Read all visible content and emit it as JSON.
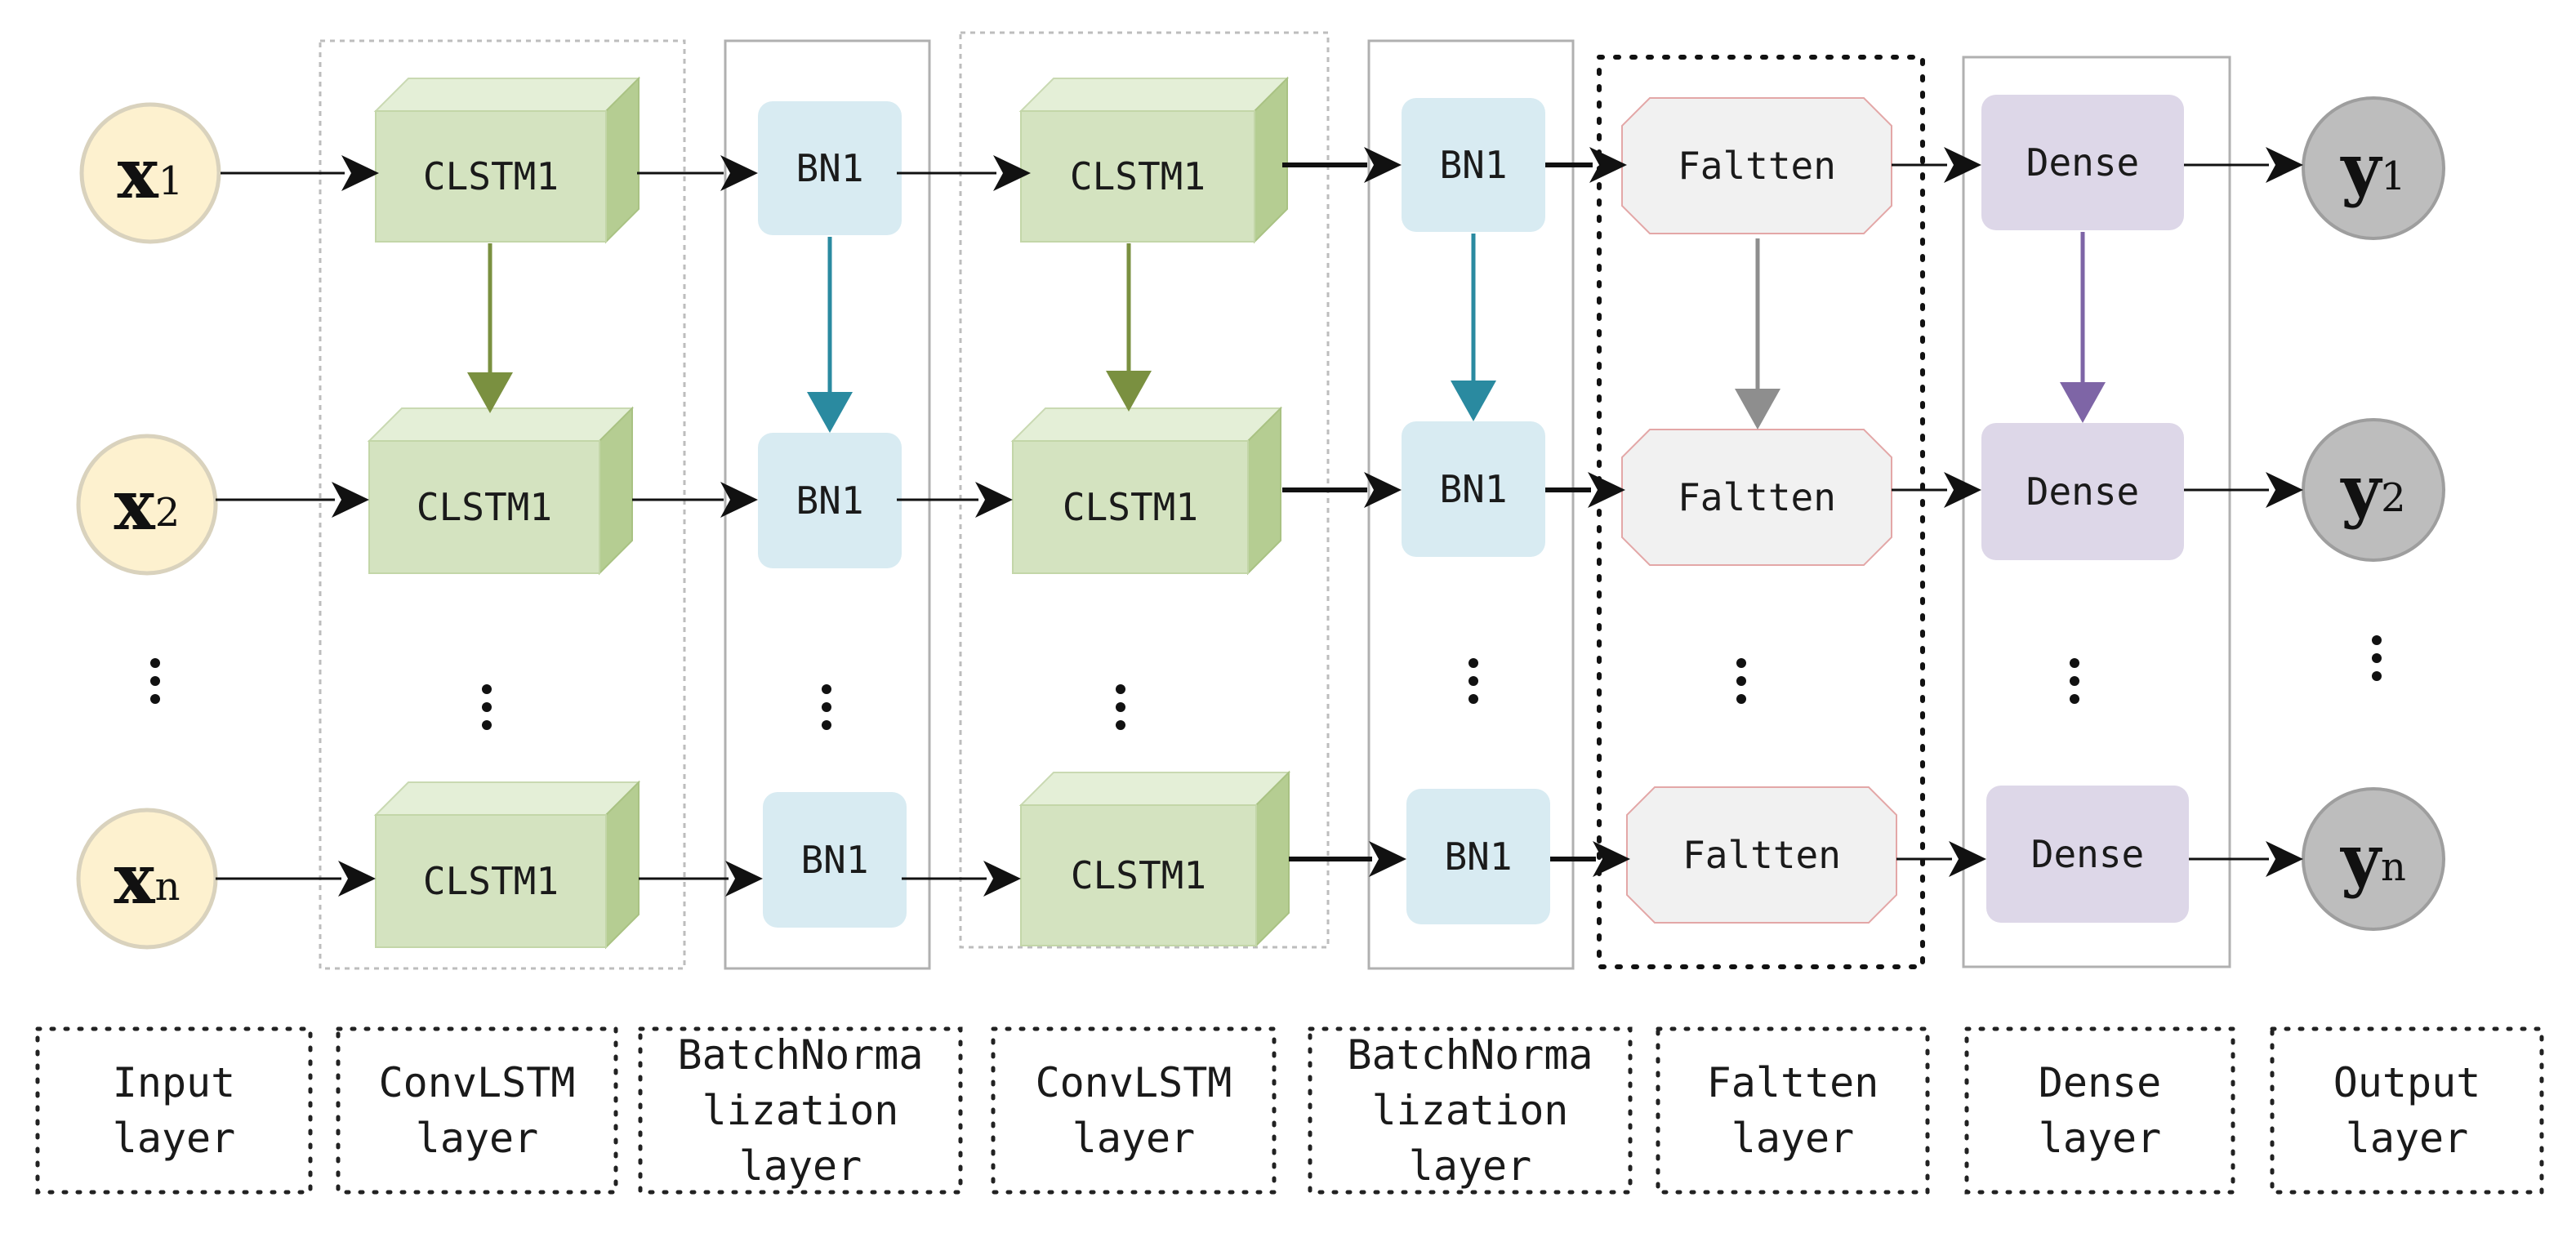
{
  "inputs": [
    {
      "base": "x",
      "sub": "1"
    },
    {
      "base": "x",
      "sub": "2"
    },
    {
      "base": "x",
      "sub": "n"
    }
  ],
  "outputs": [
    {
      "base": "y",
      "sub": "1"
    },
    {
      "base": "y",
      "sub": "2"
    },
    {
      "base": "y",
      "sub": "n"
    }
  ],
  "nodes": {
    "clstm_label": "CLSTM1",
    "bn_label": "BN1",
    "flatten_label": "Faltten",
    "dense_label": "Dense"
  },
  "captions": [
    [
      "Input",
      "layer"
    ],
    [
      "ConvLSTM",
      "layer"
    ],
    [
      "BatchNorma",
      "lization",
      "layer"
    ],
    [
      "ConvLSTM",
      "layer"
    ],
    [
      "BatchNorma",
      "lization",
      "layer"
    ],
    [
      "Faltten",
      "layer"
    ],
    [
      "Dense",
      "layer"
    ],
    [
      "Output",
      "layer"
    ]
  ],
  "colors": {
    "input_fill": "#fdf1cf",
    "input_stroke": "#d9d2bd",
    "output_fill": "#bdbdbd",
    "output_stroke": "#9e9e9e",
    "clstm_front": "#d4e3c0",
    "clstm_top": "#e4efd7",
    "clstm_side": "#b5cd92",
    "clstm_arrow": "#7a9040",
    "bn_fill": "#d8ebf2",
    "bn_arrow": "#2a8aa0",
    "flatten_fill": "#f1f1f1",
    "flatten_stroke": "#e3a7a7",
    "flatten_arrow": "#8e8e8e",
    "dense_fill": "#ddd7e8",
    "dense_arrow": "#7e65a6",
    "frame": "#b5b5b5",
    "arrow": "#111111"
  }
}
